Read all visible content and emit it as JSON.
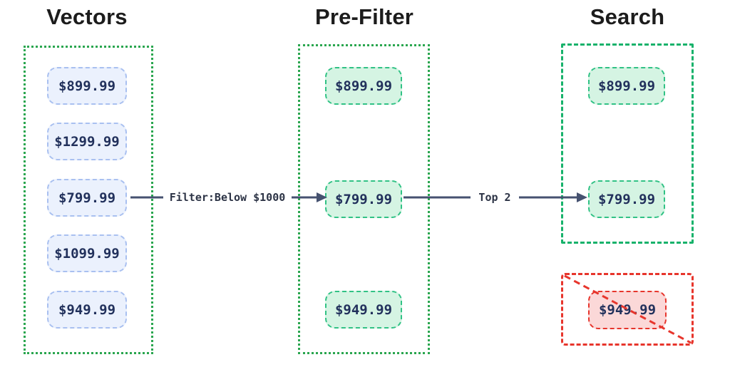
{
  "diagram": {
    "stage_titles": {
      "vectors": "Vectors",
      "prefilter": "Pre-Filter",
      "search": "Search"
    },
    "vectors": {
      "items": [
        {
          "label": "$899.99"
        },
        {
          "label": "$1299.99"
        },
        {
          "label": "$799.99"
        },
        {
          "label": "$1099.99"
        },
        {
          "label": "$949.99"
        }
      ]
    },
    "prefilter": {
      "items": [
        {
          "label": "$899.99"
        },
        {
          "label": "$799.99"
        },
        {
          "label": "$949.99"
        }
      ]
    },
    "search": {
      "kept": [
        {
          "label": "$899.99"
        },
        {
          "label": "$799.99"
        }
      ],
      "rejected": {
        "label": "$949.99"
      }
    },
    "arrows": [
      {
        "label": "Filter:Below $1000"
      },
      {
        "label": "Top 2"
      }
    ],
    "colors": {
      "box_dotted_green": "#2aa64f",
      "box_dashed_green": "#17b26b",
      "tag_green_border": "#31c285",
      "tag_green_bg": "#d5f4e3",
      "tag_blue_border": "#a9c0f0",
      "tag_blue_bg": "#ebf1fd",
      "red": "#e7352c",
      "tag_red_bg": "#fbd8d8",
      "arrow_line": "#465270",
      "price_text": "#22315c",
      "title_text": "#1c1c1c"
    }
  }
}
